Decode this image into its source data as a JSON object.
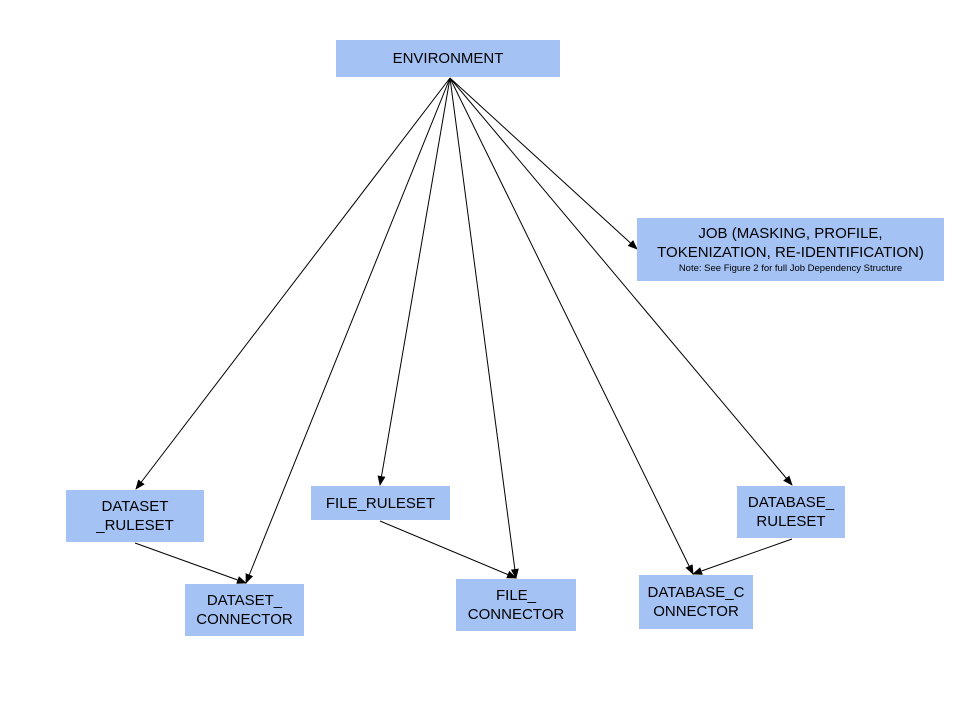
{
  "nodes": {
    "environment": {
      "lines": [
        "ENVIRONMENT"
      ]
    },
    "job": {
      "lines": [
        "JOB (MASKING, PROFILE,",
        "TOKENIZATION, RE-IDENTIFICATION)"
      ],
      "note": "Note: See Figure 2 for full Job Dependency Structure"
    },
    "dataset_ruleset": {
      "lines": [
        "DATASET",
        "_RULESET"
      ]
    },
    "file_ruleset": {
      "lines": [
        "FILE_RULESET"
      ]
    },
    "database_ruleset": {
      "lines": [
        "DATABASE_",
        "RULESET"
      ]
    },
    "dataset_connector": {
      "lines": [
        "DATASET_",
        "CONNECTOR"
      ]
    },
    "file_connector": {
      "lines": [
        "FILE_",
        "CONNECTOR"
      ]
    },
    "database_connector": {
      "lines": [
        "DATABASE_C",
        "ONNECTOR"
      ]
    }
  },
  "edges": [
    {
      "from": "environment",
      "to": "job"
    },
    {
      "from": "environment",
      "to": "dataset_ruleset"
    },
    {
      "from": "environment",
      "to": "dataset_connector"
    },
    {
      "from": "environment",
      "to": "file_ruleset"
    },
    {
      "from": "environment",
      "to": "file_connector"
    },
    {
      "from": "environment",
      "to": "database_connector"
    },
    {
      "from": "environment",
      "to": "database_ruleset"
    },
    {
      "from": "dataset_ruleset",
      "to": "dataset_connector"
    },
    {
      "from": "file_ruleset",
      "to": "file_connector"
    },
    {
      "from": "database_ruleset",
      "to": "database_connector"
    }
  ],
  "colors": {
    "node_fill": "#a4c2f4",
    "text": "#000000",
    "edge": "#000000"
  }
}
